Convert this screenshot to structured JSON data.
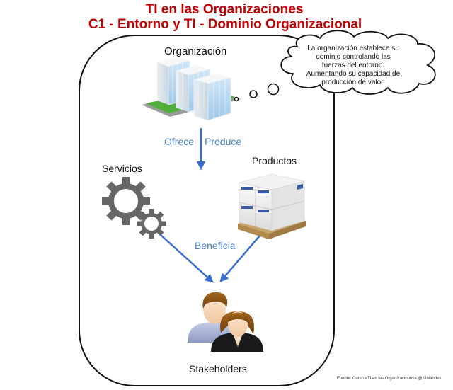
{
  "title": {
    "line1": "TI en las Organizaciones",
    "line2": "C1 - Entorno y TI - Dominio Organizacional"
  },
  "nodes": {
    "organization": {
      "label": "Organización",
      "icon": "office-buildings-icon"
    },
    "services": {
      "label": "Servicios",
      "icon": "gears-icon"
    },
    "products": {
      "label": "Productos",
      "icon": "boxes-on-pallet-icon"
    },
    "stakeholders": {
      "label": "Stakeholders",
      "icon": "people-icon"
    }
  },
  "edges": {
    "offers": "Ofrece",
    "produces": "Produce",
    "benefits": "Beneficia"
  },
  "thought_cloud": {
    "lines": [
      "La organización establece su",
      "dominio controlando las",
      "fuerzas del entorno.",
      "Aumentando su capacidad de",
      "producción de valor."
    ]
  },
  "source_note": "Fuente: Curso «TI en las Organizaciones» @ Uniandes",
  "colors": {
    "title": "#c00000",
    "arrow": "#3a6fd0",
    "edge_label": "#4a80c8",
    "gear": "#666666"
  }
}
